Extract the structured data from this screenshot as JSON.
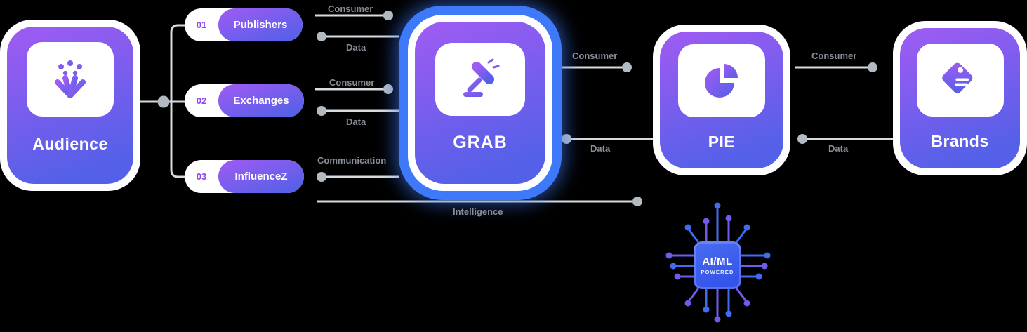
{
  "nodes": {
    "audience": {
      "label": "Audience"
    },
    "grab": {
      "label": "GRAB"
    },
    "pie": {
      "label": "PIE"
    },
    "brands": {
      "label": "Brands"
    }
  },
  "pills": [
    {
      "number": "01",
      "label": "Publishers"
    },
    {
      "number": "02",
      "label": "Exchanges"
    },
    {
      "number": "03",
      "label": "InfluenceZ"
    }
  ],
  "labels": {
    "p1_consumer": "Consumer",
    "p1_data": "Data",
    "p2_consumer": "Consumer",
    "p2_data": "Data",
    "p3_communication": "Communication",
    "intelligence": "Intelligence",
    "grab_pie_consumer": "Consumer",
    "grab_pie_data": "Data",
    "pie_brands_consumer": "Consumer",
    "pie_brands_data": "Data"
  },
  "chip": {
    "title": "AI/ML",
    "subtitle": "POWERED"
  },
  "colors": {
    "gradient_start": "#a05bf3",
    "gradient_end": "#5560e8",
    "glow_blue": "#3e79fa",
    "line_gray": "#d7dade",
    "dot_gray": "#b4bac2",
    "label_gray": "#878d96",
    "number_purple": "#8d46ee"
  }
}
